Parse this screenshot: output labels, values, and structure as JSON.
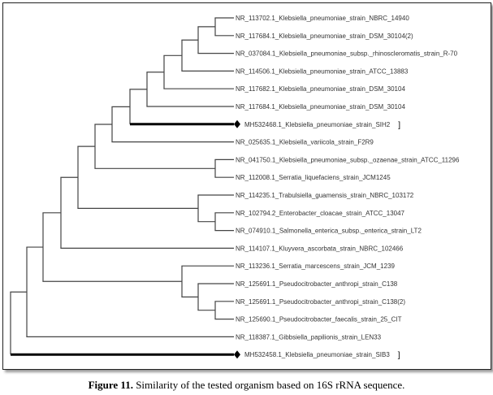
{
  "tree": {
    "leaves": [
      {
        "label": "NR_113702.1_Klebsiella_pneumoniae_strain_NBRC_14940"
      },
      {
        "label": "NR_117684.1_Klebsiella_pneumoniae_strain_DSM_30104(2)"
      },
      {
        "label": "NR_037084.1_Klebsiella_pneumoniae_subsp._rhinoscleromatis_strain_R-70"
      },
      {
        "label": "NR_114506.1_Klebsiella_pneumoniae_strain_ATCC_13883"
      },
      {
        "label": "NR_117682.1_Klebsiella_pneumoniae_strain_DSM_30104"
      },
      {
        "label": "NR_117684.1_Klebsiella_pneumoniae_strain_DSM_30104"
      },
      {
        "label": "MH532468.1_Klebsiella_pneumoniae_strain_SIH2",
        "highlight": true,
        "bracket": "]"
      },
      {
        "label": "NR_025635.1_Klebsiella_variicola_strain_F2R9"
      },
      {
        "label": "NR_041750.1_Klebsiella_pneumoniae_subsp._ozaenae_strain_ATCC_11296"
      },
      {
        "label": "NR_112008.1_Serratia_liquefaciens_strain_JCM1245"
      },
      {
        "label": "NR_114235.1_Trabulsiella_guamensis_strain_NBRC_103172"
      },
      {
        "label": "NR_102794.2_Enterobacter_cloacae_strain_ATCC_13047"
      },
      {
        "label": "NR_074910.1_Salmonella_enterica_subsp._enterica_strain_LT2"
      },
      {
        "label": "NR_114107.1_Kluyvera_ascorbata_strain_NBRC_102466"
      },
      {
        "label": "NR_113236.1_Serratia_marcescens_strain_JCM_1239"
      },
      {
        "label": "NR_125691.1_Pseudocitrobacter_anthropi_strain_C138"
      },
      {
        "label": "NR_125691.1_Pseudocitrobacter_anthropi_strain_C138(2)"
      },
      {
        "label": "NR_125690.1_Pseudocitrobacter_faecalis_strain_25_CIT"
      },
      {
        "label": "NR_118387.1_Gibbsiella_papilionis_strain_LEN33"
      },
      {
        "label": "MH532458.1_Klebsiella_pneumoniae_strain_SIB3",
        "highlight": true,
        "bracket": "]"
      }
    ]
  },
  "caption": {
    "prefix": "Figure 11.",
    "text": " Similarity of the tested organism based on 16S rRNA sequence."
  },
  "colors": {
    "branch": "#444444",
    "highlight": "#000000",
    "text": "#333333"
  }
}
